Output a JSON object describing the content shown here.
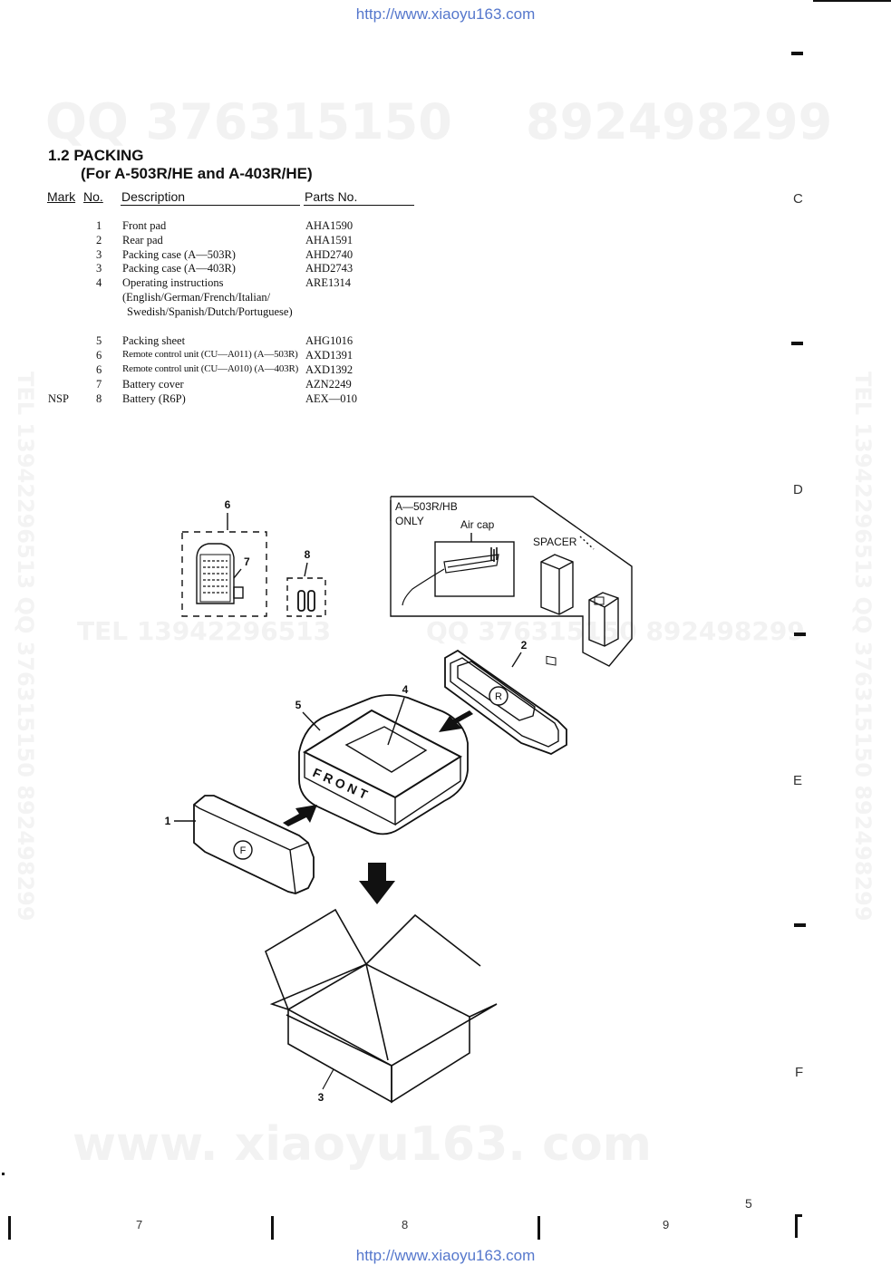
{
  "header_url": "http://www.xiaoyu163.com",
  "footer_url": "http://www.xiaoyu163.com",
  "watermarks": {
    "top_qq": "QQ 376315150",
    "top_num": "892498299",
    "mid_tel": "TEL 13942296513",
    "mid_qq": "QQ 376315150  892498299",
    "bottom_www": "www. xiaoyu163. com",
    "left_vertical": "TEL 13942296513  QQ 376315150  892498299",
    "right_vertical": "TEL 13942296513  QQ 376315150  892498299"
  },
  "section": {
    "title": "1.2 PACKING",
    "subtitle": "(For A-503R/HE and A-403R/HE)"
  },
  "table": {
    "headers": {
      "mark": "Mark",
      "no": "No.",
      "description": "Description",
      "parts_no": "Parts No."
    },
    "rows": [
      {
        "mark": "",
        "no": "1",
        "description": "Front pad",
        "parts_no": "AHA1590"
      },
      {
        "mark": "",
        "no": "2",
        "description": "Rear pad",
        "parts_no": "AHA1591"
      },
      {
        "mark": "",
        "no": "3",
        "description": "Packing case (A—503R)",
        "parts_no": "AHD2740"
      },
      {
        "mark": "",
        "no": "3",
        "description": "Packing case (A—403R)",
        "parts_no": "AHD2743"
      },
      {
        "mark": "",
        "no": "4",
        "description": "Operating instructions",
        "parts_no": "ARE1314"
      },
      {
        "mark": "",
        "no": "",
        "description": "(English/German/French/Italian/",
        "parts_no": ""
      },
      {
        "mark": "",
        "no": "",
        "description": " Swedish/Spanish/Dutch/Portuguese)",
        "parts_no": ""
      },
      {
        "mark": "",
        "no": "5",
        "description": "Packing sheet",
        "parts_no": "AHG1016"
      },
      {
        "mark": "",
        "no": "6",
        "description": "Remote control unit (CU—A011) (A—503R)",
        "parts_no": "AXD1391"
      },
      {
        "mark": "",
        "no": "6",
        "description": "Remote control unit (CU—A010) (A—403R)",
        "parts_no": "AXD1392"
      },
      {
        "mark": "",
        "no": "7",
        "description": "Battery cover",
        "parts_no": "AZN2249"
      },
      {
        "mark": "NSP",
        "no": "8",
        "description": "Battery (R6P)",
        "parts_no": "AEX—010"
      }
    ]
  },
  "diagram": {
    "callouts": [
      "1",
      "2",
      "3",
      "4",
      "5",
      "6",
      "7",
      "8"
    ],
    "inset_label_line1": "A—503R/HB",
    "inset_label_line2": "ONLY",
    "air_cap_label": "Air cap",
    "spacer_label": "SPACER",
    "front_label": "FRONT",
    "rear_pad_mark": "R",
    "front_pad_mark": "F"
  },
  "margin": {
    "letters": [
      "C",
      "D",
      "E",
      "F"
    ],
    "column_numbers": [
      "7",
      "8",
      "9"
    ],
    "page_number": "5"
  }
}
